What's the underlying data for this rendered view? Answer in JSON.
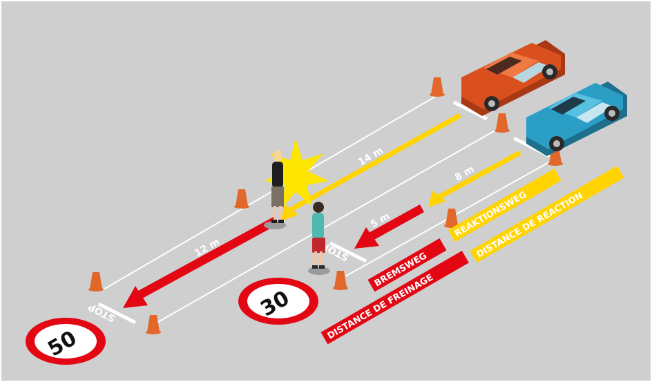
{
  "colors": {
    "background": "#cfcfcf",
    "lane_line": "#ffffff",
    "braking_red": "#e30613",
    "reaction_yellow": "#ffd400",
    "cone": "#e2672a",
    "car_red": "#d9501e",
    "car_blue": "#2b9ec5",
    "sign_ring": "#e30613"
  },
  "upper_lane": {
    "reaction_distance_label": "14 m",
    "braking_distance_label": "12 m",
    "stop_marking": "STOP",
    "speed_limit": "50",
    "car": "red-car"
  },
  "lower_lane": {
    "reaction_distance_label": "8 m",
    "braking_distance_label": "5 m",
    "stop_marking": "STOP",
    "speed_limit": "30",
    "car": "blue-car"
  },
  "legend": {
    "reaction_de": "REAKTIONSWEG",
    "reaction_fr": "DISTANCE DE REACTION",
    "braking_de": "BREMSWEG",
    "braking_fr": "DISTANCE DE FREINAGE"
  }
}
